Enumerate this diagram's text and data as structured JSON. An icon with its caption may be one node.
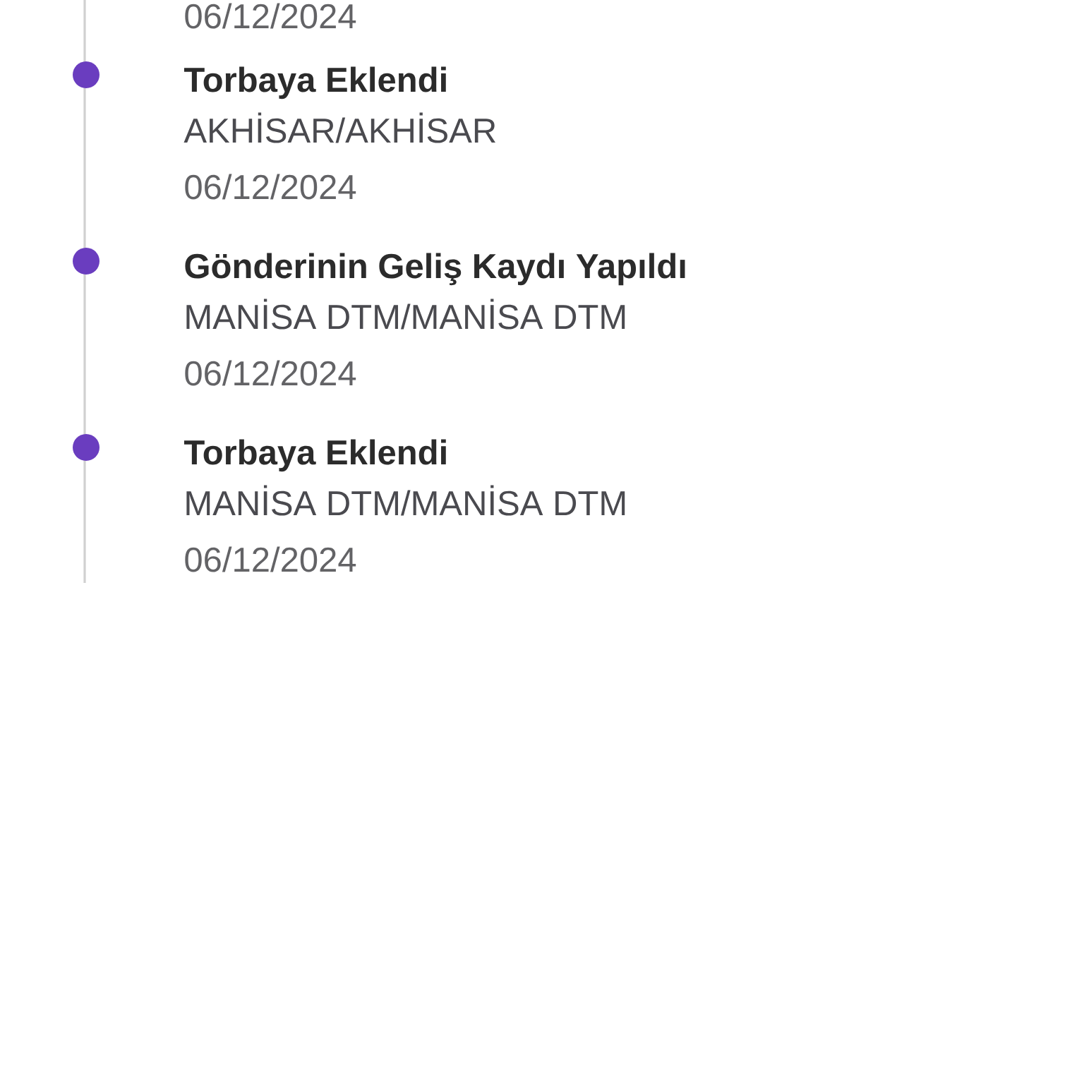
{
  "diagram": {
    "labels": [
      "06/12/2024",
      "Torbaya Eklendi",
      "AKHİSAR/AKHİSAR",
      "06/12/2024",
      "Gönderinin Geliş Kaydı Yapıldı",
      "MANİSA DTM/MANİSA DTM",
      "06/12/2024",
      "Torbaya Eklendi",
      "MANİSA DTM/MANİSA DTM",
      "06/12/2024"
    ]
  }
}
